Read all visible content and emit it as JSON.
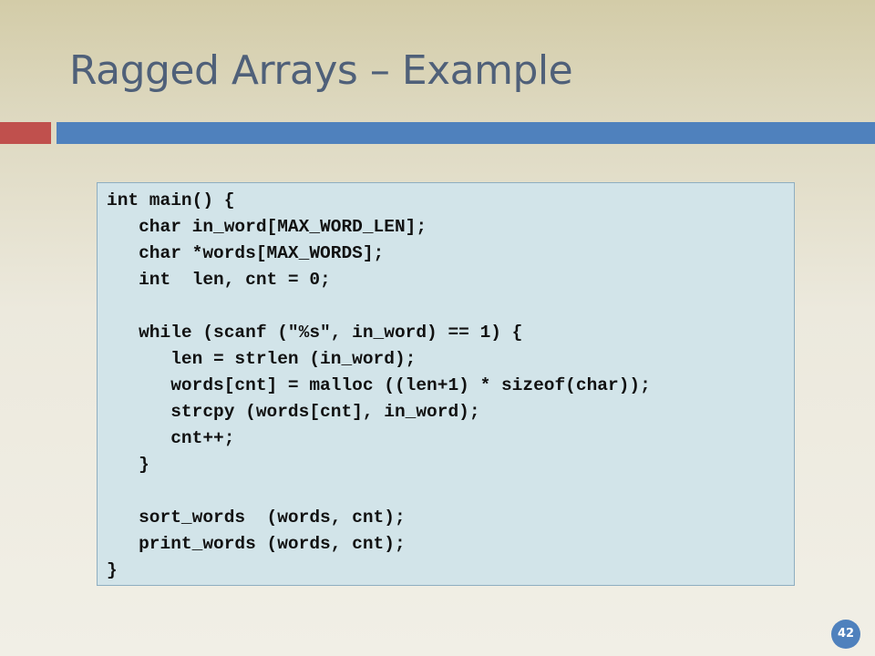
{
  "slide": {
    "title": "Ragged Arrays – Example",
    "page_number": "42"
  },
  "code": {
    "lines": [
      "int main() {",
      "   char in_word[MAX_WORD_LEN];",
      "   char *words[MAX_WORDS];",
      "   int  len, cnt = 0;",
      "",
      "   while (scanf (\"%s\", in_word) == 1) {",
      "      len = strlen (in_word);",
      "      words[cnt] = malloc ((len+1) * sizeof(char));",
      "      strcpy (words[cnt], in_word);",
      "      cnt++;",
      "   }",
      "",
      "   sort_words  (words, cnt);",
      "   print_words (words, cnt);",
      "}"
    ]
  },
  "colors": {
    "title": "#4f6079",
    "accent_red": "#c0504d",
    "accent_blue": "#4f81bd",
    "code_background": "#d2e4e9"
  }
}
